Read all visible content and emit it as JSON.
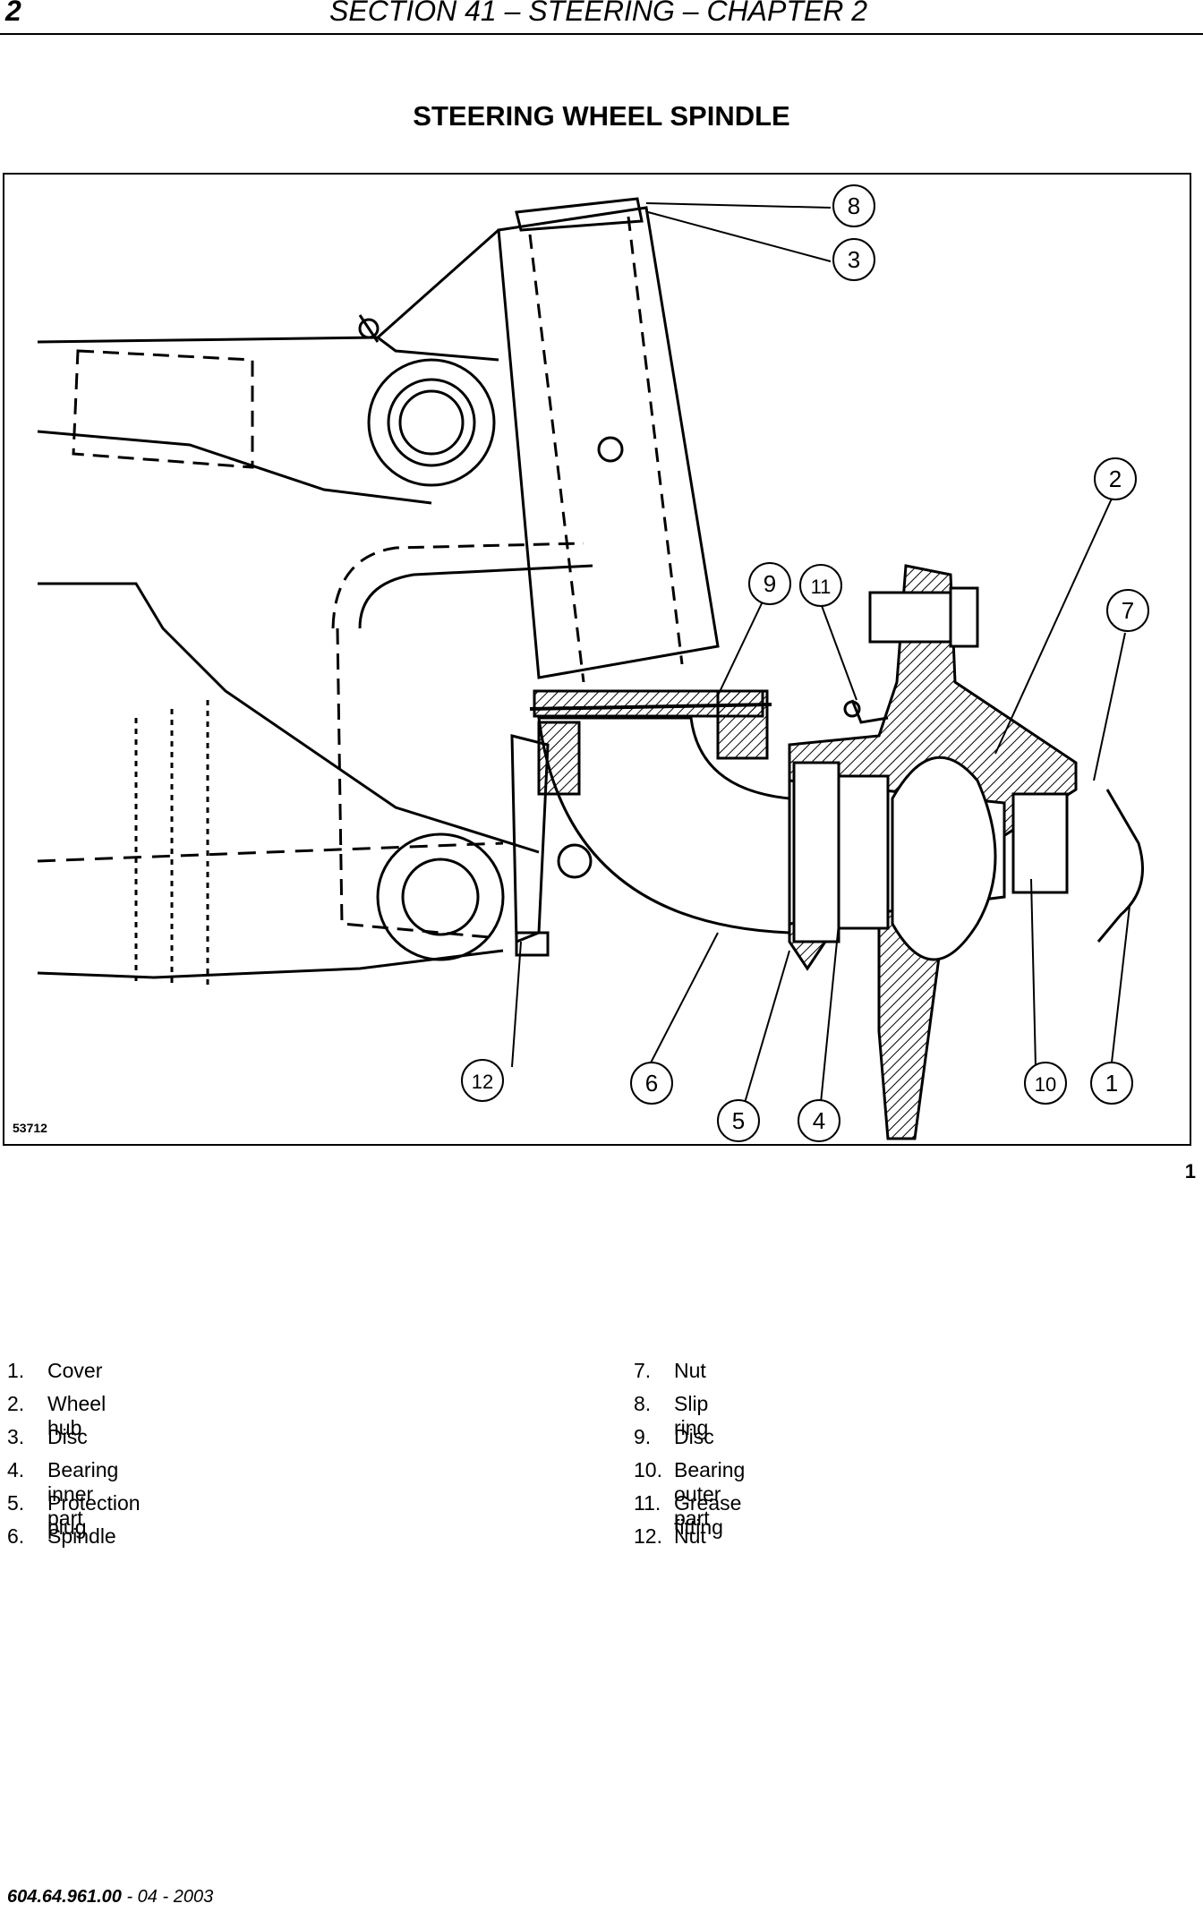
{
  "header": {
    "page_number": "2",
    "section_title": "SECTION 41 – STEERING – CHAPTER 2"
  },
  "title": "STEERING WHEEL SPINDLE",
  "figure": {
    "drawing_id": "53712",
    "figure_number": "1",
    "callouts": [
      "8",
      "3",
      "2",
      "9",
      "11",
      "7",
      "12",
      "6",
      "5",
      "4",
      "10",
      "1"
    ]
  },
  "legend": {
    "left": [
      {
        "num": "1.",
        "text": "Cover"
      },
      {
        "num": "2.",
        "text": "Wheel hub"
      },
      {
        "num": "3.",
        "text": "Disc"
      },
      {
        "num": "4.",
        "text": "Bearing inner part"
      },
      {
        "num": "5.",
        "text": "Protection plug"
      },
      {
        "num": "6.",
        "text": "Spindle"
      }
    ],
    "right": [
      {
        "num": "7.",
        "text": "Nut"
      },
      {
        "num": "8.",
        "text": "Slip ring"
      },
      {
        "num": "9.",
        "text": "Disc"
      },
      {
        "num": "10.",
        "text": "Bearing outer part"
      },
      {
        "num": "11.",
        "text": "Grease fitting"
      },
      {
        "num": "12.",
        "text": "Nut"
      }
    ]
  },
  "footer": {
    "doc_number": "604.64.961.00",
    "date": " - 04 - 2003"
  }
}
